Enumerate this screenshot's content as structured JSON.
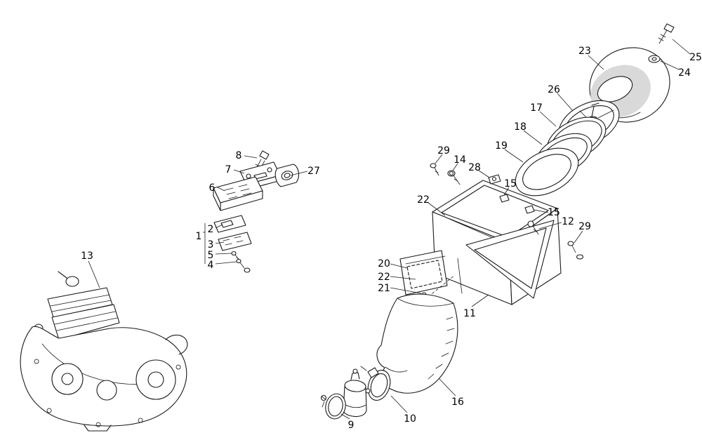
{
  "diagram": {
    "type": "exploded-parts-diagram",
    "description": "Exploded view of a two-stroke engine air cleaner and reed valve intake assembly",
    "colors": {
      "background": "#ffffff",
      "line": "#1a1a1a",
      "filter_dark": "#b4b4b4",
      "filter_mid": "#d9d9d9",
      "filter_core": "#ffffff"
    },
    "labels": [
      {
        "text": "23",
        "part": "air-filter-element"
      },
      {
        "text": "25",
        "part": "filter-fitting-screw"
      },
      {
        "text": "24",
        "part": "filter-washer"
      },
      {
        "text": "26",
        "part": "filter-cage"
      },
      {
        "text": "17",
        "part": "filter-ring-outer"
      },
      {
        "text": "18",
        "part": "filter-ring-middle"
      },
      {
        "text": "19",
        "part": "filter-seal-ring"
      },
      {
        "text": "29",
        "part": "screw-upper"
      },
      {
        "text": "14",
        "part": "fitting-bolt"
      },
      {
        "text": "28",
        "part": "clip-bracket"
      },
      {
        "text": "15",
        "part": "holder-clip-upper"
      },
      {
        "text": "22",
        "part": "air-box-upper"
      },
      {
        "text": "15",
        "part": "holder-clip-lower"
      },
      {
        "text": "12",
        "part": "box-bolt"
      },
      {
        "text": "29",
        "part": "screw-lower"
      },
      {
        "text": "8",
        "part": "reed-bolt"
      },
      {
        "text": "7",
        "part": "reed-valve-plate"
      },
      {
        "text": "27",
        "part": "intake-joint"
      },
      {
        "text": "6",
        "part": "reed-valve-cage"
      },
      {
        "text": "2",
        "part": "reed-gasket"
      },
      {
        "text": "1",
        "part": "reed-valve-assembly"
      },
      {
        "text": "3",
        "part": "reed-stopper-plate"
      },
      {
        "text": "5",
        "part": "reed-screw-upper"
      },
      {
        "text": "4",
        "part": "reed-screw-lower"
      },
      {
        "text": "13",
        "part": "engine-assembly"
      },
      {
        "text": "20",
        "part": "air-box-cover-plate"
      },
      {
        "text": "22",
        "part": "cover-plate-gasket"
      },
      {
        "text": "21",
        "part": "cover-plate-screw"
      },
      {
        "text": "11",
        "part": "air-cleaner-case"
      },
      {
        "text": "16",
        "part": "air-cleaner-boot"
      },
      {
        "text": "10",
        "part": "boot-clamp"
      },
      {
        "text": "9",
        "part": "carburetor-clamp"
      }
    ]
  }
}
